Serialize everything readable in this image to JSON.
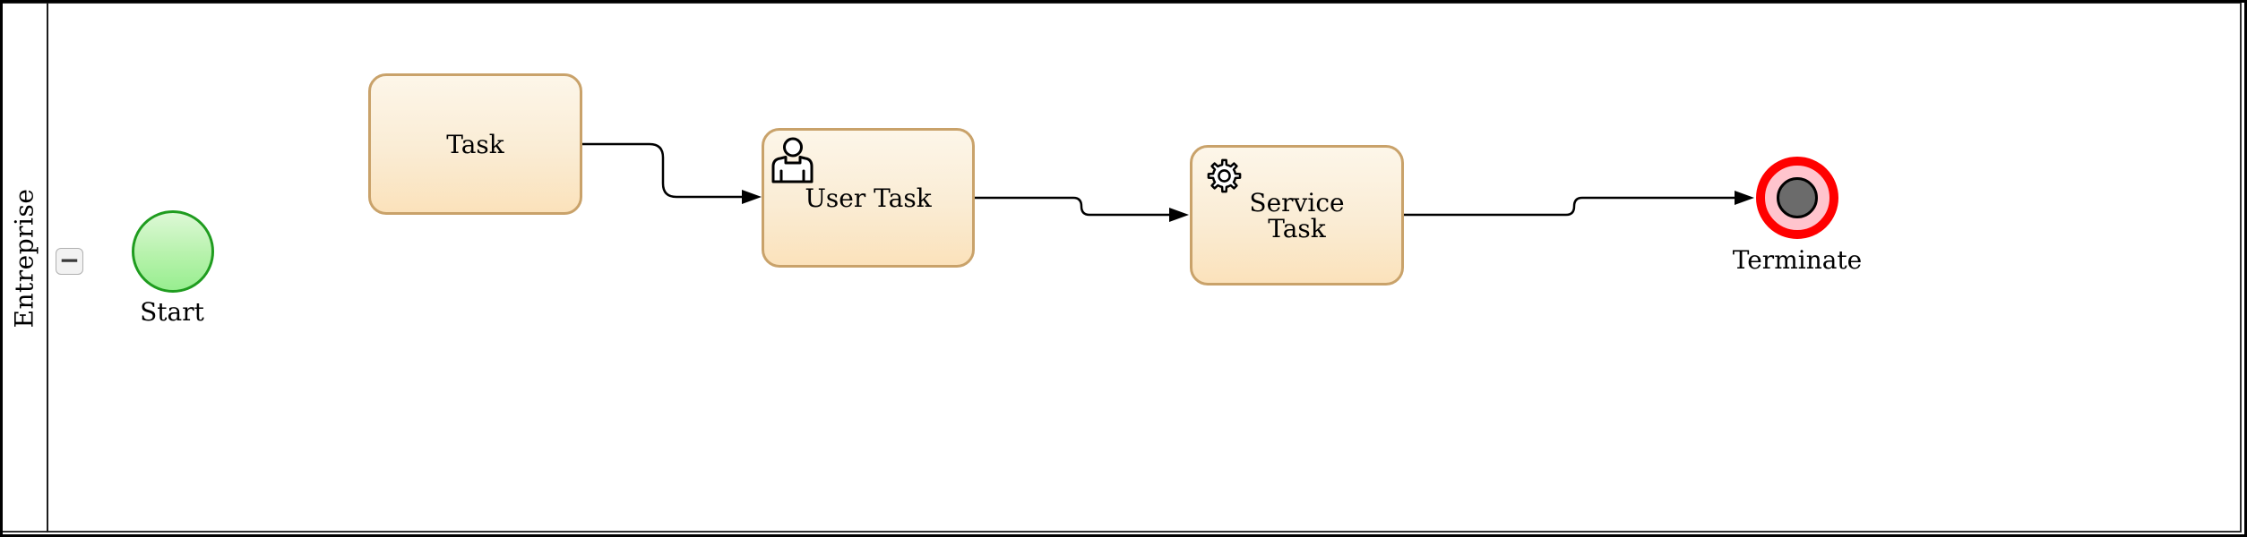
{
  "diagram": {
    "type": "bpmn-process",
    "pool": {
      "label": "Entreprise",
      "collapse_glyph": "−"
    },
    "nodes": [
      {
        "id": "start",
        "type": "start-event",
        "label": "Start"
      },
      {
        "id": "task",
        "type": "task",
        "label": "Task"
      },
      {
        "id": "user_task",
        "type": "user-task",
        "label": "User Task",
        "icon": "user-icon"
      },
      {
        "id": "service_task",
        "type": "service-task",
        "label": "Service\nTask",
        "icon": "gear-icon"
      },
      {
        "id": "terminate",
        "type": "terminate-end-event",
        "label": "Terminate"
      }
    ],
    "flows": [
      {
        "from": "task",
        "to": "user_task"
      },
      {
        "from": "user_task",
        "to": "service_task"
      },
      {
        "from": "service_task",
        "to": "terminate"
      }
    ],
    "colors": {
      "task_border": "#c9a26a",
      "task_fill_top": "#fdf6e9",
      "task_fill_bottom": "#fbe2bb",
      "start_border": "#1f9c1f",
      "start_fill_top": "#ddf8d6",
      "start_fill_bottom": "#98ee90",
      "terminate_ring": "#ff0000",
      "terminate_fill": "#ffc4cd",
      "terminate_center": "#6b6b6b",
      "flow_line": "#000000",
      "pool_border": "#2f2f2f",
      "button_bg": "#f2f2f2",
      "button_border": "#b0b0b0"
    }
  }
}
